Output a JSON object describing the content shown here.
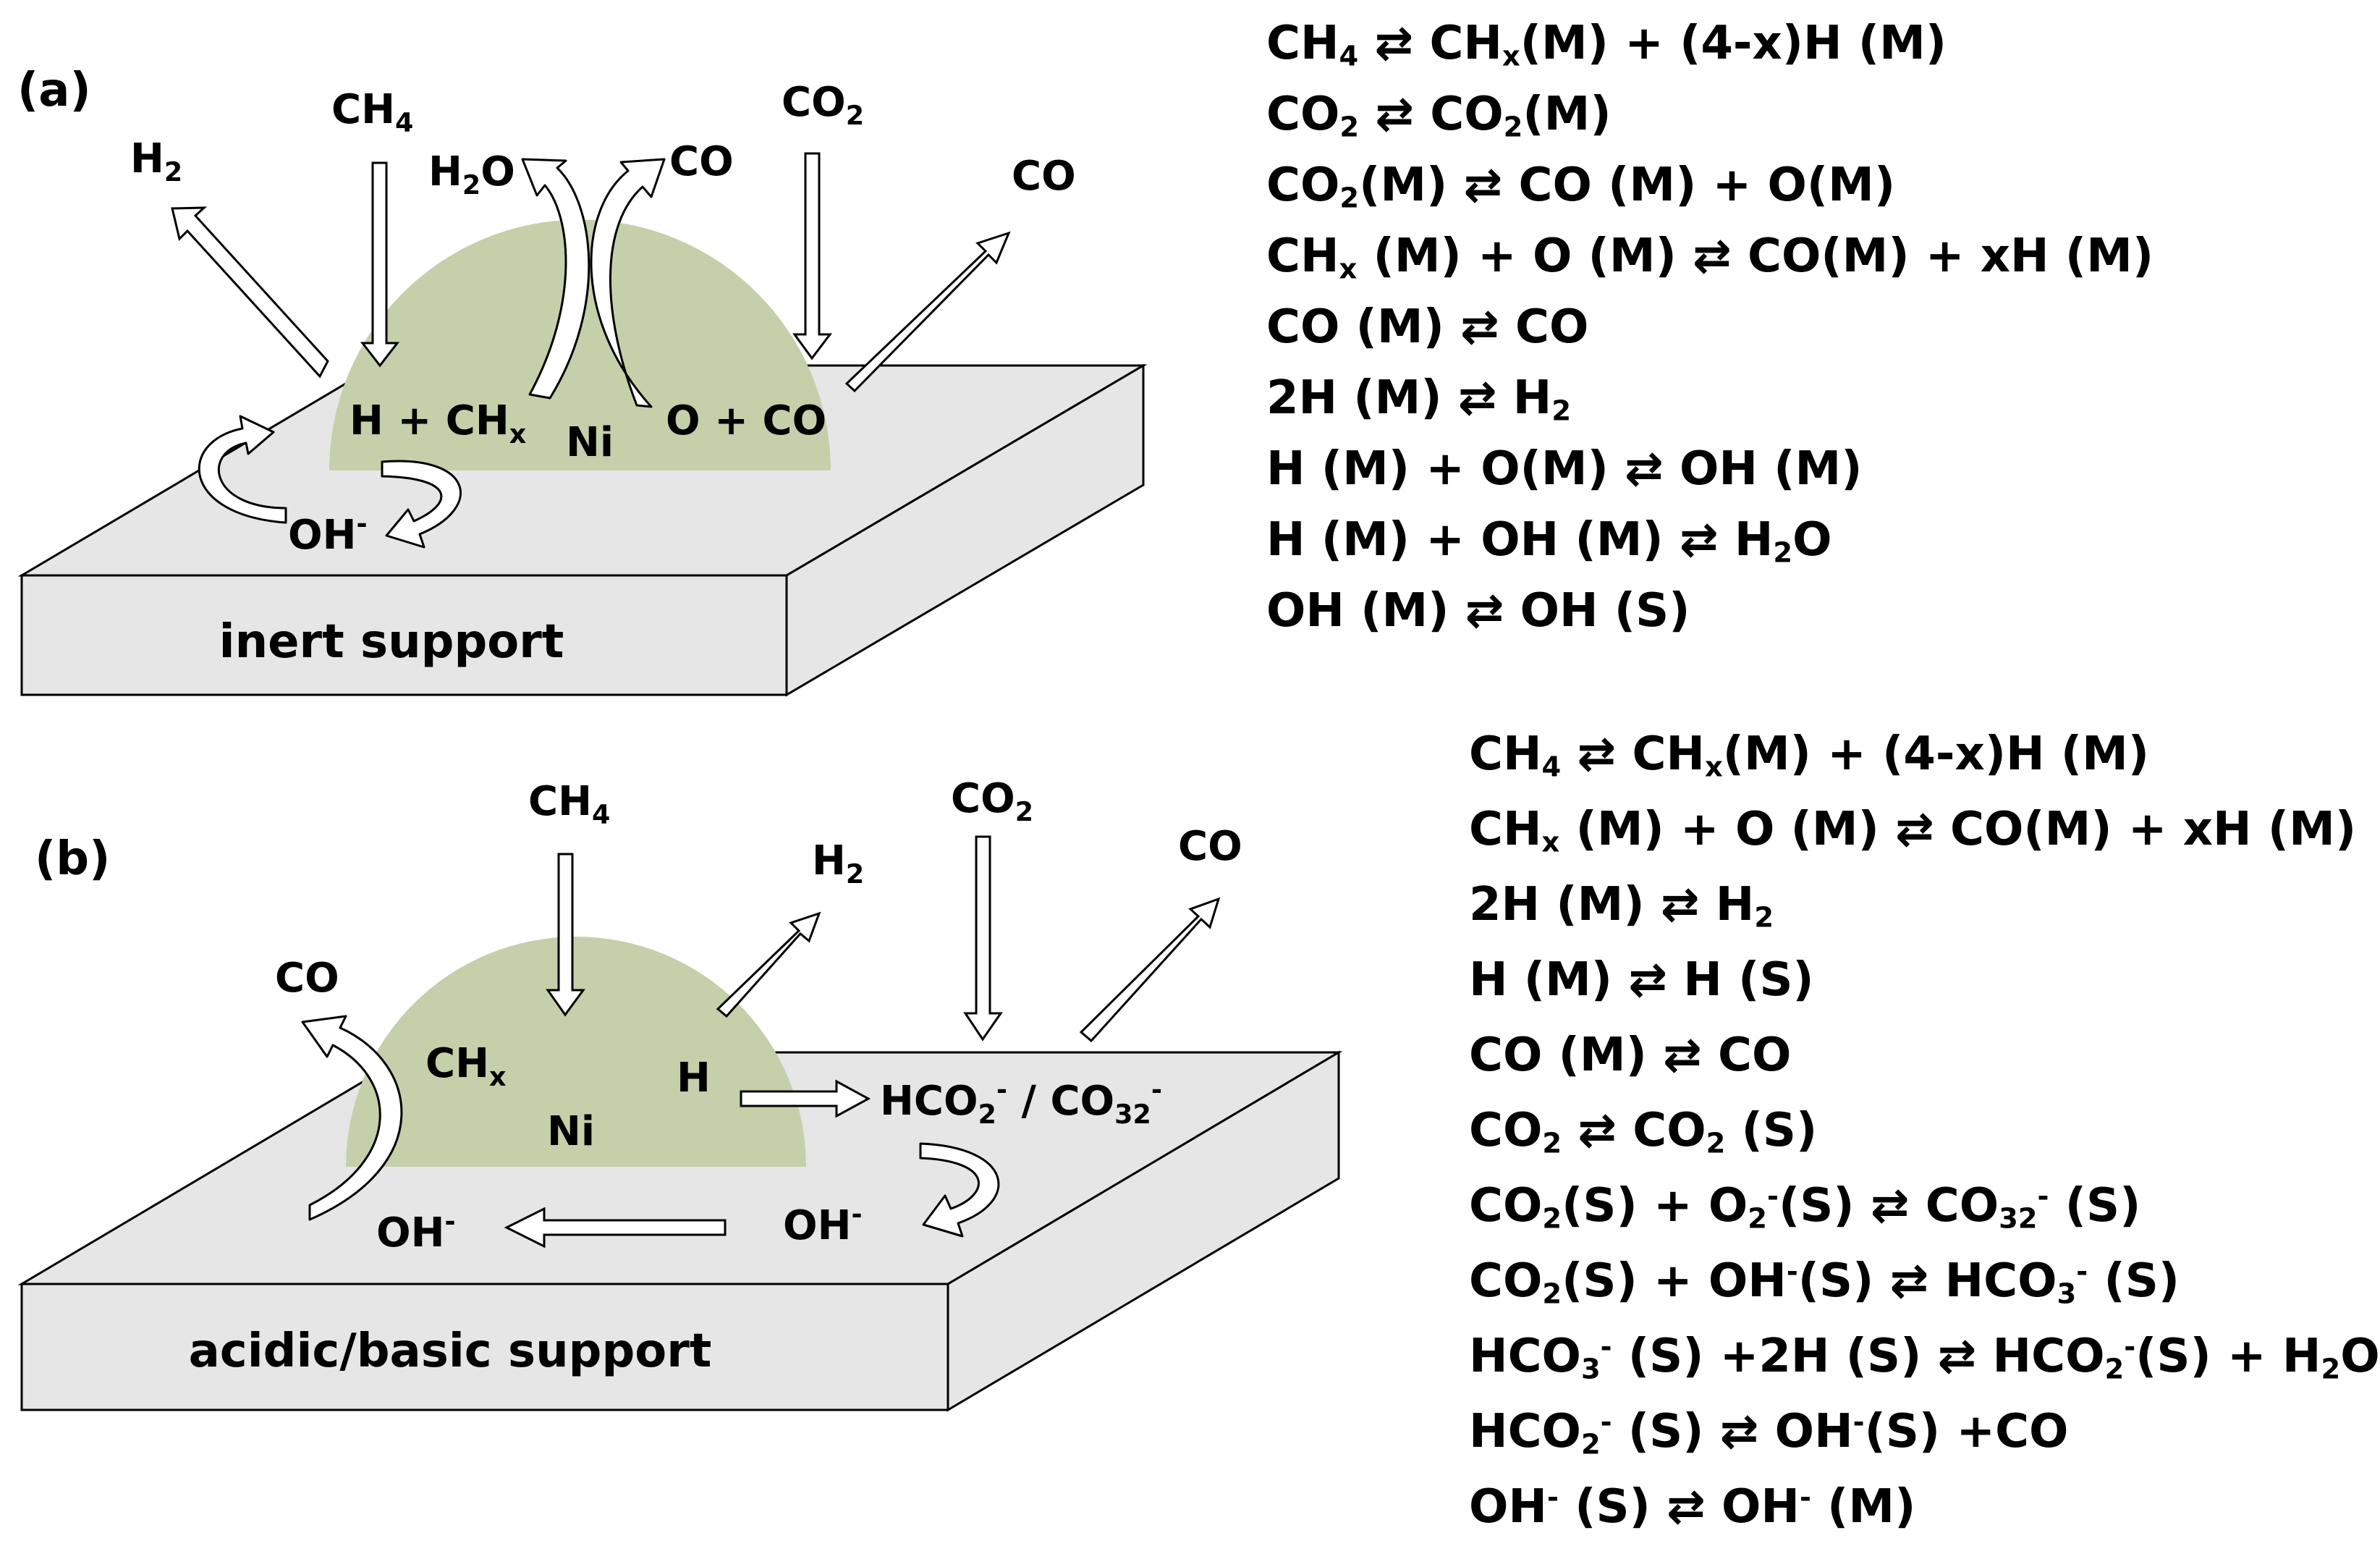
{
  "panel_a": {
    "label": "(a)",
    "support_label": "inert support",
    "metal": "Ni",
    "species": {
      "ch4": "CH4",
      "co2": "CO2",
      "h2": "H2",
      "h2o": "H2O",
      "co_top": "CO",
      "co_right": "CO",
      "h_chx": "H + CHx",
      "o_co": "O + CO",
      "oh": "OH-"
    },
    "equations": [
      "CH4 ⇄  CHx(M) + (4-x)H (M)",
      "CO2 ⇄  CO2(M)",
      "CO2(M) ⇄ CO (M) + O(M)",
      "CHx (M) + O (M) ⇄  CO(M) + xH (M)",
      "CO (M) ⇄ CO",
      "2H (M) ⇄ H2",
      "H (M) + O(M) ⇄ OH (M)",
      "H (M) + OH (M) ⇄ H2O",
      "OH (M) ⇄ OH (S)"
    ]
  },
  "panel_b": {
    "label": "(b)",
    "support_label": "acidic/basic support",
    "metal": "Ni",
    "species": {
      "ch4": "CH4",
      "co2": "CO2",
      "h2": "H2",
      "co_left": "CO",
      "co_right": "CO",
      "chx": "CHx",
      "h": "H",
      "hco2_co3": "HCO2- / CO32-",
      "oh_left": "OH-",
      "oh_right": "OH-"
    },
    "equations": [
      "CH4 ⇄  CHx(M) + (4-x)H (M)",
      "CHx (M) + O (M) ⇄  CO(M) + xH (M)",
      "2H (M) ⇄ H2",
      "H (M) ⇄  H (S)",
      "CO (M) ⇄  CO",
      "CO2 ⇄  CO2 (S)",
      "CO2(S) + O2-(S) ⇄ CO32- (S)",
      "CO2(S) + OH-(S) ⇄ HCO3- (S)",
      "HCO3- (S) +2H (S) ⇄ HCO2-(S) + H2O",
      "HCO2- (S) ⇄ OH-(S) +CO",
      "OH- (S) ⇄ OH- (M)"
    ]
  },
  "colors": {
    "particle": "#c5cfaa",
    "support_top": "#e6e6e6",
    "support_side": "#e6e6e6",
    "outline": "#000000",
    "arrow_fill": "#ffffff"
  }
}
